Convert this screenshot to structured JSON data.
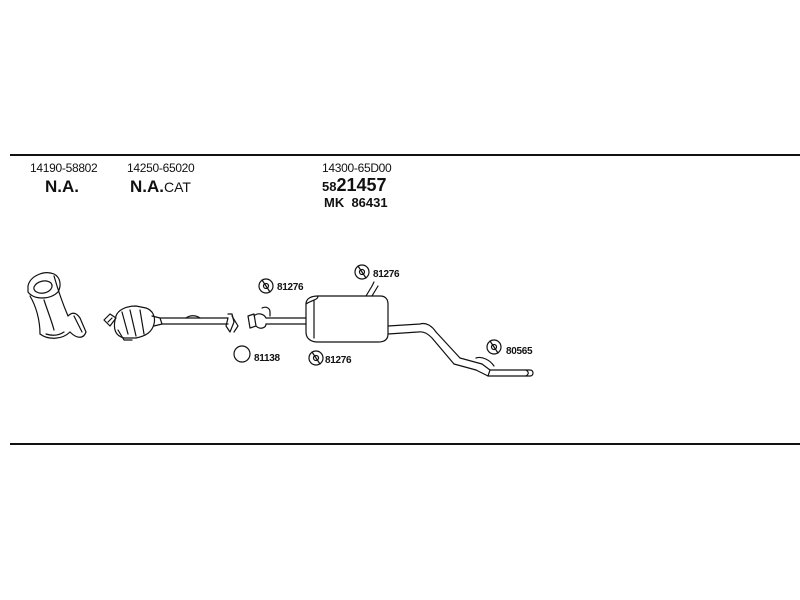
{
  "header": {
    "col1": {
      "part_number": "14190-58802",
      "code": "N.A."
    },
    "col2": {
      "part_number": "14250-65020",
      "code": "N.A.",
      "suffix": "CAT"
    },
    "col3": {
      "part_number": "14300-65D00",
      "code_prefix": "58",
      "code_main": "21457",
      "mk_code": "MK  86431"
    }
  },
  "callouts": {
    "c1": "81276",
    "c2": "81276",
    "c3": "81138",
    "c4": "81276",
    "c5": "80565"
  },
  "colors": {
    "line": "#111111",
    "background": "#ffffff"
  },
  "icons": [
    "front-pipe-icon",
    "catalytic-converter-icon",
    "middle-pipe-icon",
    "rear-silencer-icon",
    "tail-pipe-icon",
    "rubber-hanger-icon",
    "gasket-ring-icon"
  ]
}
